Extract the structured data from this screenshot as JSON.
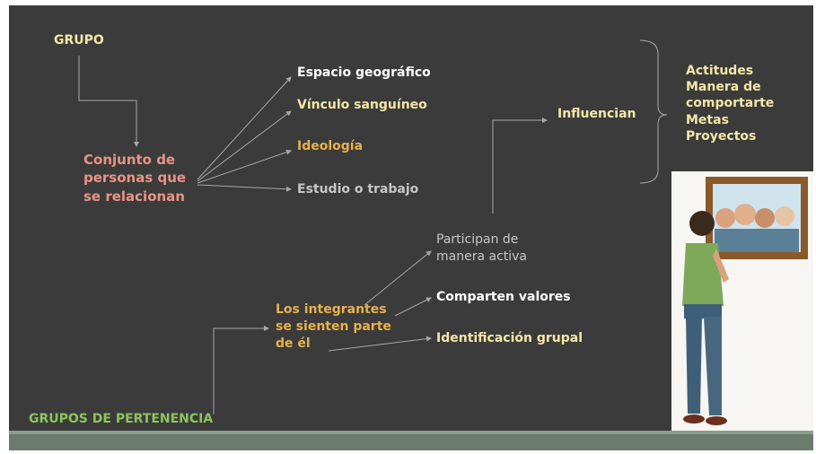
{
  "diagram": {
    "root": "GRUPO",
    "definition": [
      "Conjunto de",
      "personas que",
      "se relacionan"
    ],
    "branches": [
      "Espacio geográfico",
      "Vínculo sanguíneo",
      "Ideología",
      "Estudio o trabajo"
    ],
    "influence_label": "Influencian",
    "influences": [
      "Actitudes",
      "Manera de",
      "comportarte",
      "Metas",
      "Proyectos"
    ],
    "members": [
      "Los integrantes",
      "se sienten parte",
      "de él"
    ],
    "member_branches": {
      "participate": [
        "Participan de",
        "manera activa"
      ],
      "values": "Comparten valores",
      "identification": "Identificación grupal"
    },
    "footer_title": "GRUPOS DE PERTENENCIA"
  },
  "colors": {
    "background": "#3b3b3b",
    "root": "#f5e7a8",
    "definition": "#e99485",
    "members": "#e7b14b",
    "footer_title": "#8fc35e",
    "connector": "#a8a8a8"
  },
  "illustration": {
    "description_icon": "person-looking-at-group-portrait-icon"
  }
}
